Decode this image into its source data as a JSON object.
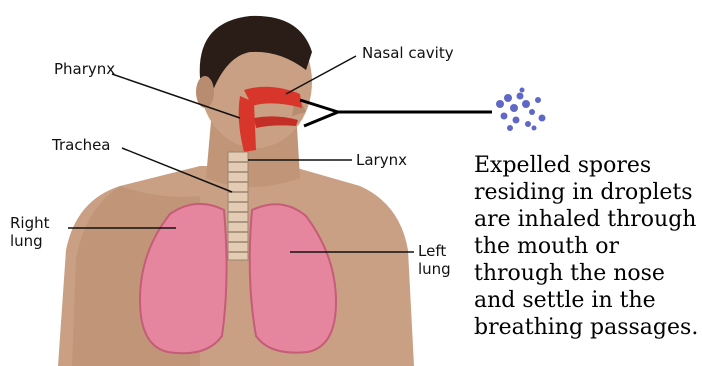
{
  "labels": {
    "pharynx": "Pharynx",
    "nasal_cavity": "Nasal cavity",
    "trachea": "Trachea",
    "larynx": "Larynx",
    "right_lung": [
      "Right",
      "lung"
    ],
    "left_lung": [
      "Left",
      "lung"
    ]
  },
  "caption_lines": [
    "Expelled spores",
    "residing in droplets",
    "are inhaled through",
    "the mouth or",
    "through the nose",
    "and settle in the",
    "breathing passages."
  ],
  "colors": {
    "skin": "#c9a083",
    "skin_shadow": "#a77a5c",
    "hair": "#2a1d17",
    "lung": "#e6869e",
    "lung_edge": "#c65c78",
    "airway": "#d8362b",
    "spores": "#5f68c6",
    "leader": "#111111"
  }
}
